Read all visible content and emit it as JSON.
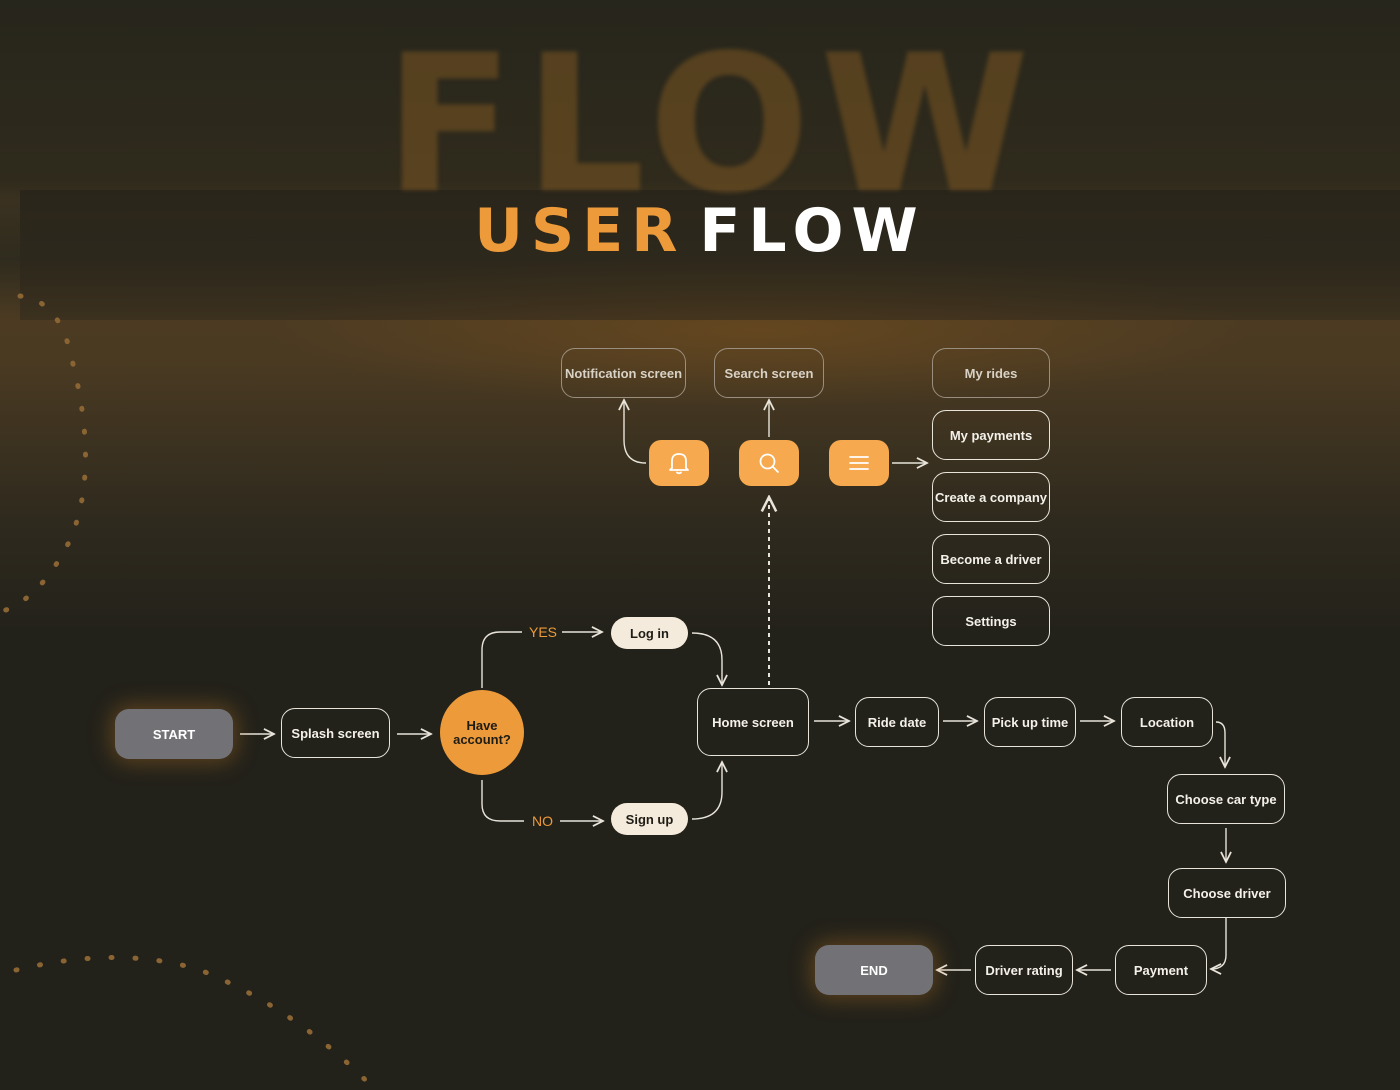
{
  "header": {
    "background_word": "FLOW",
    "title_part1": "USER",
    "title_part2": "FLOW"
  },
  "colors": {
    "accent": "#ec9a3a",
    "button_orange": "#f6a94e",
    "terminal_grey": "#727276",
    "pill_fill": "#f5ebdc",
    "background": "#22211a"
  },
  "top_screens": {
    "notification": "Notification screen",
    "search": "Search screen"
  },
  "icons": {
    "notification": "bell-icon",
    "search": "search-icon",
    "menu": "hamburger-menu-icon"
  },
  "menu_items": [
    "My rides",
    "My payments",
    "Create a company",
    "Become a driver",
    "Settings"
  ],
  "flow": {
    "start": "START",
    "splash": "Splash screen",
    "decision": "Have account?",
    "yes_label": "YES",
    "no_label": "NO",
    "login": "Log in",
    "signup": "Sign up",
    "home": "Home screen",
    "ride_date": "Ride date",
    "pickup_time": "Pick up time",
    "location": "Location",
    "car_type": "Choose car type",
    "driver": "Choose driver",
    "payment": "Payment",
    "rating": "Driver rating",
    "end": "END"
  }
}
